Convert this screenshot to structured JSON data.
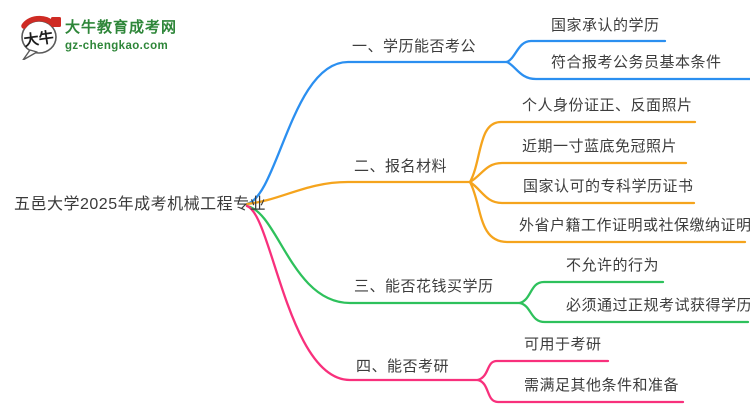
{
  "logo": {
    "site_name": "大牛教育成考网",
    "site_url": "gz-chengkao.com",
    "mark_text": "大牛",
    "brand_color": "#2e8639",
    "seal_color": "#cf2b24"
  },
  "root": {
    "label": "五邑大学2025年成考机械工程专业"
  },
  "branches": [
    {
      "label": "一、学历能否考公",
      "color": "#2b8ff0",
      "children": [
        "国家承认的学历",
        "符合报考公务员基本条件"
      ]
    },
    {
      "label": "二、报名材料",
      "color": "#f5a41d",
      "children": [
        "个人身份证正、反面照片",
        "近期一寸蓝底免冠照片",
        "国家认可的专科学历证书",
        "外省户籍工作证明或社保缴纳证明"
      ]
    },
    {
      "label": "三、能否花钱买学历",
      "color": "#2ec15c",
      "children": [
        "不允许的行为",
        "必须通过正规考试获得学历"
      ]
    },
    {
      "label": "四、能否考研",
      "color": "#f8307c",
      "children": [
        "可用于考研",
        "需满足其他条件和准备"
      ]
    }
  ]
}
